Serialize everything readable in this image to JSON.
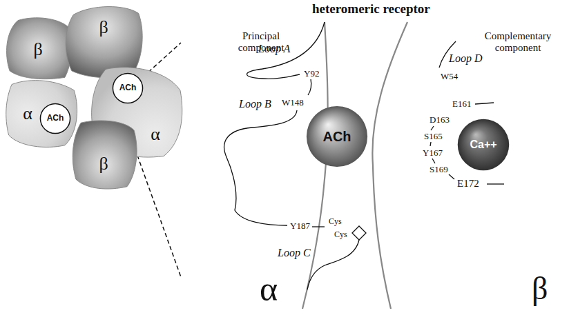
{
  "diagram": {
    "title": "heteromeric receptor",
    "nodes": [
      {
        "text": [
          "β"
        ]
      },
      {
        "text": [
          "β"
        ]
      },
      {
        "text": [
          "α"
        ]
      },
      {
        "text": [
          "α"
        ]
      },
      {
        "text": [
          "β"
        ]
      },
      {
        "text": [
          "ACh"
        ]
      },
      {
        "text": [
          "ACh"
        ]
      },
      {
        "text": [
          "ACh"
        ]
      },
      {
        "text": [
          "Ca++"
        ]
      }
    ],
    "labels": [
      "Principal component",
      "Complementary component",
      "Loop A",
      "Y92",
      "Loop B",
      "W148",
      "Y187",
      "Cys",
      "Cys",
      "Loop C",
      "α",
      "Loop D",
      "W54",
      "E161",
      "D163",
      "S165",
      "Y167",
      "S169",
      "E172",
      "β"
    ]
  }
}
